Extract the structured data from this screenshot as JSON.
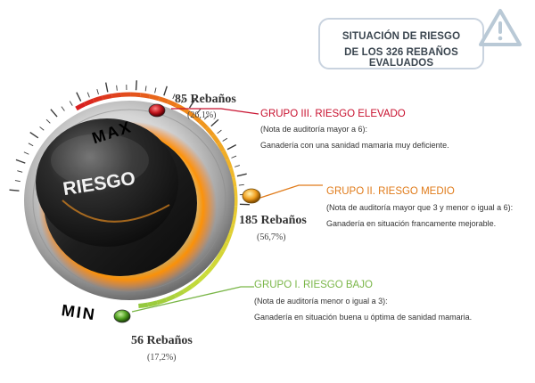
{
  "title": {
    "line1": "SITUACIÓN DE RIESGO",
    "line2": "DE LOS 326 REBAÑOS EVALUADOS"
  },
  "knob": {
    "label": "RIESGO",
    "max_label": "MAX",
    "min_label": "MIN"
  },
  "groups": {
    "high": {
      "count": "85 Rebaños",
      "pct": "(26,1%)",
      "title": "GRUPO III. RIESGO ELEVADO",
      "note1": "(Nota de auditoría mayor a 6):",
      "note2": "Ganadería con una sanidad mamaria muy deficiente.",
      "color": "#c8102e"
    },
    "medium": {
      "count": "185 Rebaños",
      "pct": "(56,7%)",
      "title": "GRUPO II. RIESGO MEDIO",
      "note1": "(Nota de auditoría mayor que 3 y menor o igual a 6):",
      "note2": "Ganadería en situación francamente mejorable.",
      "color": "#e07b1a"
    },
    "low": {
      "count": "56 Rebaños",
      "pct": "(17,2%)",
      "title": "GRUPO I. RIESGO BAJO",
      "note1": "(Nota de auditoría menor o igual a 3):",
      "note2": "Ganadería en situación buena u óptima de sanidad mamaria.",
      "color": "#7ab648"
    }
  },
  "icons": {
    "warning": "warning-triangle-icon"
  }
}
